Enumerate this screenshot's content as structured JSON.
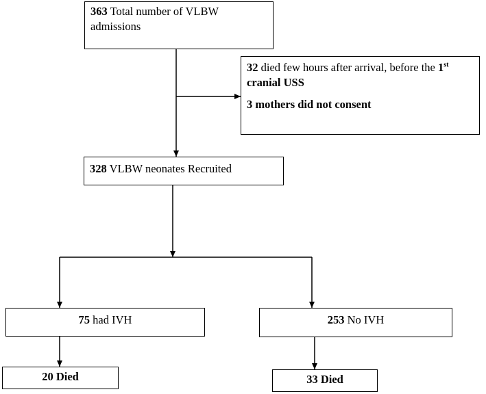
{
  "nodes": {
    "total": {
      "num": "363",
      "text": " Total number of VLBW admissions"
    },
    "excluded": {
      "line1_num": "32",
      "line1_text": " died few hours after arrival,  before the ",
      "line1_ord_num": "1",
      "line1_ord_sup": "st",
      "line1_tail": " cranial USS",
      "line2_num": "3",
      "line2_text": " mothers did not consent"
    },
    "recruited": {
      "num": "328",
      "text": " VLBW neonates Recruited"
    },
    "ivh": {
      "num": "75",
      "text": " had IVH"
    },
    "no_ivh": {
      "num": "253",
      "text": " No IVH"
    },
    "ivh_died": {
      "num": "20",
      "text": " Died"
    },
    "no_ivh_died": {
      "num": "33",
      "text": " Died"
    }
  }
}
